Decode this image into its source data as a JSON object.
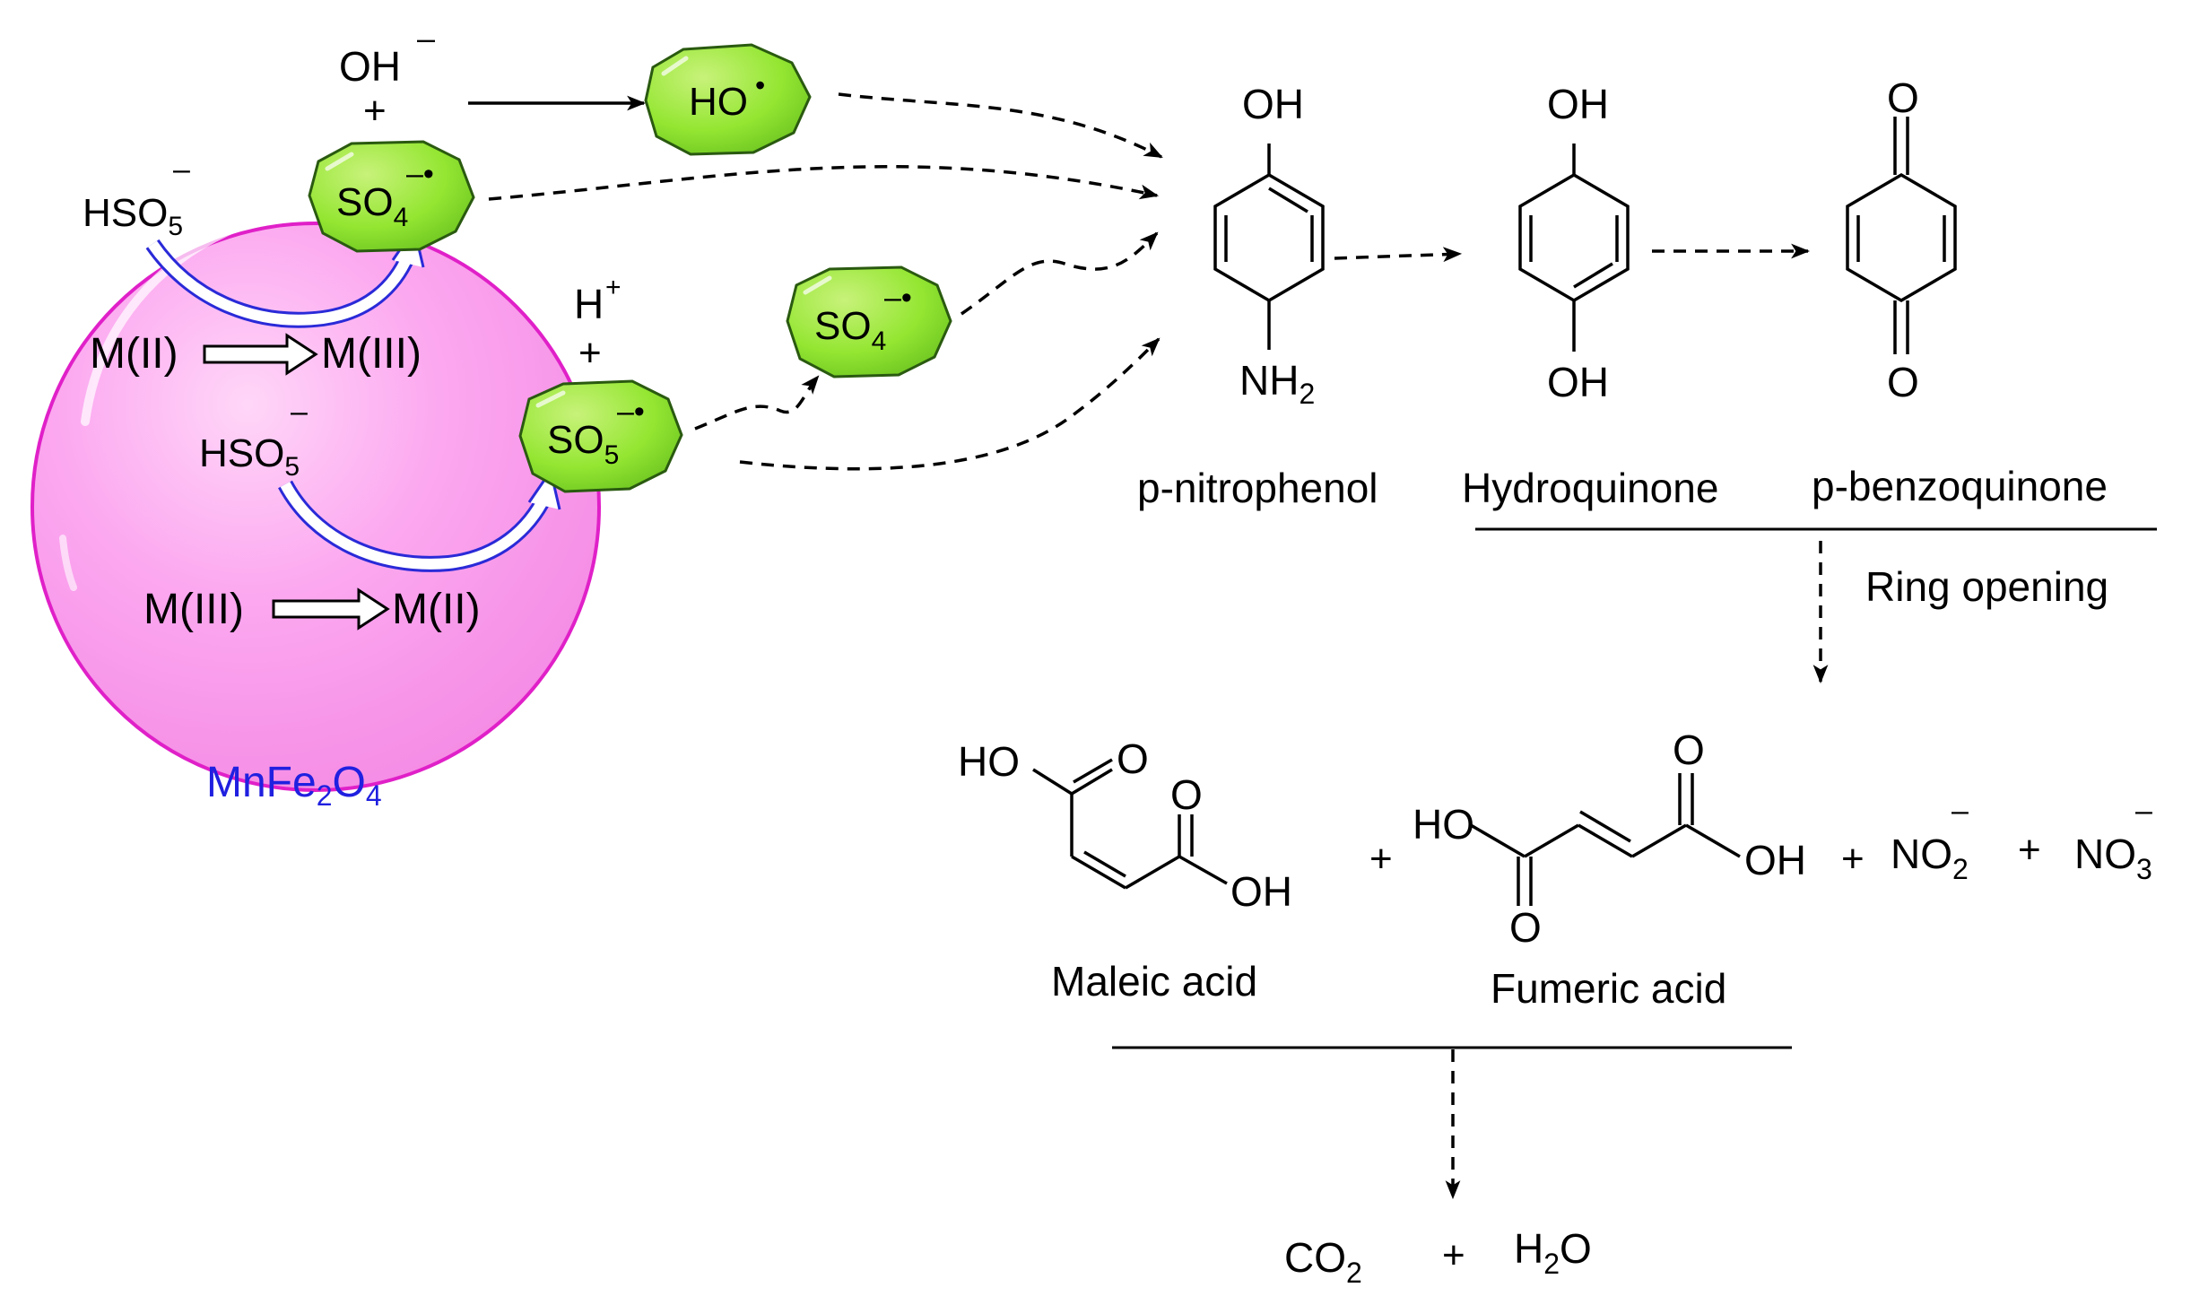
{
  "colors": {
    "sphere_fill": "#fca8f0",
    "sphere_stroke": "#e020c8",
    "catalyst_text": "#2020e0",
    "electron_arrow": "#2a2ad8",
    "radical_fill": "#94e632",
    "radical_stroke": "#2a5a10",
    "ink": "#000000"
  },
  "catalyst": {
    "label": {
      "base": "MnFe",
      "sub1": "2",
      "mid": "O",
      "sub2": "4"
    }
  },
  "redox": {
    "top": {
      "from": "M(II)",
      "to": "M(III)"
    },
    "bottom": {
      "from": "M(III)",
      "to": "M(II)"
    }
  },
  "oxidant": {
    "base": "HSO",
    "sub": "5",
    "charge": "–"
  },
  "hydroxide": {
    "label": "OH",
    "charge": "–",
    "plus": "+"
  },
  "proton": {
    "label": "H",
    "charge": "+",
    "plus": "+"
  },
  "radicals": {
    "hydroxyl": {
      "base": "HO",
      "dot": "•"
    },
    "sulfate_a": {
      "base": "SO",
      "sub": "4",
      "charge": "–•"
    },
    "sulfate_b": {
      "base": "SO",
      "sub": "4",
      "charge": "–•"
    },
    "peroxymonosulfate": {
      "base": "SO",
      "sub": "5",
      "charge": "–•"
    }
  },
  "molecules": {
    "p_nitrophenol": {
      "name": "p-nitrophenol",
      "top_group": "OH",
      "bottom_group": {
        "base": "NH",
        "sub": "2"
      }
    },
    "hydroquinone": {
      "name": "Hydroquinone",
      "top_group": "OH",
      "bottom_group": "OH"
    },
    "p_benzoquinone": {
      "name": "p-benzoquinone",
      "top_group": "O",
      "bottom_group": "O"
    }
  },
  "ring_opening": {
    "label": "Ring opening"
  },
  "acids": {
    "maleic": {
      "name": "Maleic acid",
      "ho": "HO",
      "o_top": "O",
      "o_right": "O",
      "oh": "OH"
    },
    "fumeric": {
      "name": "Fumeric acid",
      "ho": "HO",
      "o_top": "O",
      "oh": "OH",
      "o_bottom": "O"
    }
  },
  "byproducts": {
    "plus": "+",
    "nitrite": {
      "base": "NO",
      "sub": "2",
      "charge": "–"
    },
    "nitrate": {
      "base": "NO",
      "sub": "3",
      "charge": "–"
    }
  },
  "final_products": {
    "co2": {
      "base": "CO",
      "sub": "2"
    },
    "plus": "+",
    "h2o": {
      "base": "H",
      "sub": "2",
      "tail": "O"
    }
  }
}
